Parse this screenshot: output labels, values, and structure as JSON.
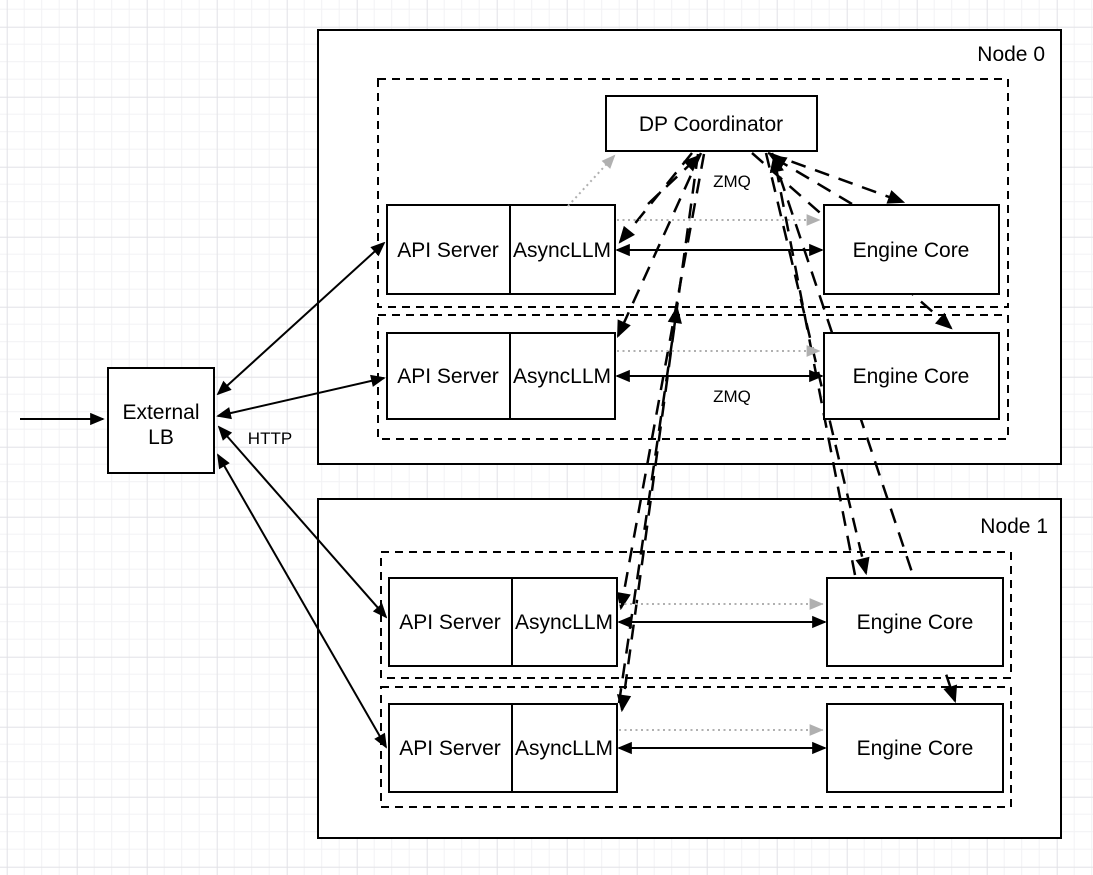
{
  "colors": {
    "line": "#000000",
    "box_fill": "#ffffff",
    "gray_arrow": "#b0b0b0",
    "grid_minor": "#f2f2f4",
    "grid_major": "#e2e2e6",
    "background": "#ffffff",
    "text": "#000000"
  },
  "external_lb": {
    "line1": "External",
    "line2": "LB"
  },
  "dp_coordinator": {
    "label": "DP Coordinator"
  },
  "nodes": [
    {
      "label": "Node 0"
    },
    {
      "label": "Node 1"
    }
  ],
  "rows": [
    {
      "api_server": "API Server",
      "async_llm": "AsyncLLM",
      "engine_core": "Engine Core"
    },
    {
      "api_server": "API Server",
      "async_llm": "AsyncLLM",
      "engine_core": "Engine Core"
    },
    {
      "api_server": "API Server",
      "async_llm": "AsyncLLM",
      "engine_core": "Engine Core"
    },
    {
      "api_server": "API Server",
      "async_llm": "AsyncLLM",
      "engine_core": "Engine Core"
    }
  ],
  "labels": {
    "http": "HTTP",
    "zmq_coordinator": "ZMQ",
    "zmq_row": "ZMQ"
  }
}
